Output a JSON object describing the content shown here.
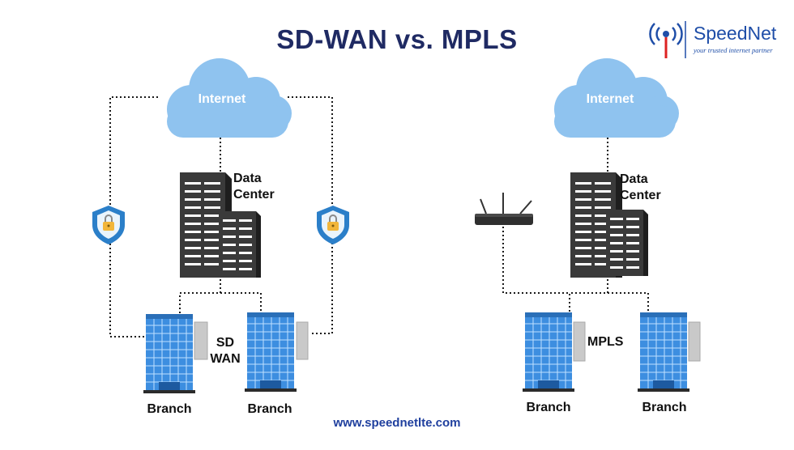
{
  "title": "SD-WAN vs. MPLS",
  "brand": {
    "name": "SpeedNet",
    "tagline": "your trusted internet partner",
    "color": "#1f4ea8"
  },
  "footer": {
    "url": "www.speednetlte.com"
  },
  "left": {
    "cloud_label": "Internet",
    "datacenter_label_1": "Data",
    "datacenter_label_2": "Center",
    "connection_label_1": "SD",
    "connection_label_2": "WAN",
    "branch_1": "Branch",
    "branch_2": "Branch"
  },
  "right": {
    "cloud_label": "Internet",
    "datacenter_label_1": "Data",
    "datacenter_label_2": "Center",
    "connection_label": "MPLS",
    "branch_1": "Branch",
    "branch_2": "Branch"
  },
  "colors": {
    "cloud": "#8fc3ef",
    "shield": "#2b7fc9",
    "building_glass": "#3d8ee0",
    "server": "#3a3a3a",
    "title": "#1f2a63"
  },
  "icons": [
    "cloud-icon",
    "data-center-icon",
    "shield-lock-icon",
    "office-building-icon",
    "router-icon",
    "wifi-broadcast-icon"
  ]
}
